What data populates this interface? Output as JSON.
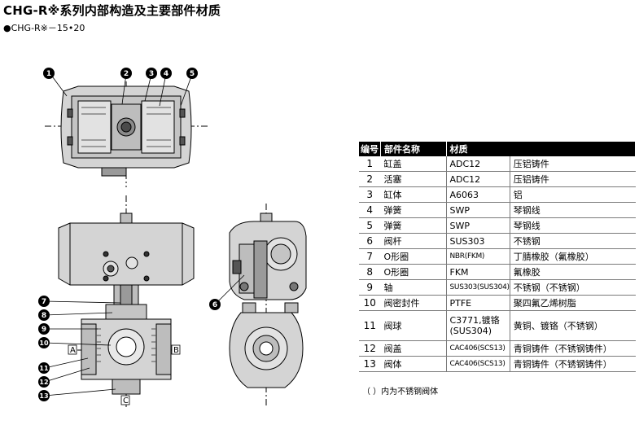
{
  "header": {
    "title": "CHG-R※系列内部构造及主要部件材质",
    "subtitle": "●CHG-R※－15•20"
  },
  "callouts": [
    "1",
    "2",
    "3",
    "4",
    "5",
    "6",
    "7",
    "8",
    "9",
    "10",
    "11",
    "12",
    "13"
  ],
  "ports": {
    "a": "A",
    "b": "B",
    "c": "C"
  },
  "table": {
    "headers": [
      "编号",
      "部件名称",
      "材质"
    ],
    "rows": [
      {
        "no": "1",
        "part": "缸盖",
        "material": "ADC12",
        "desc": "压铝铸件"
      },
      {
        "no": "2",
        "part": "活塞",
        "material": "ADC12",
        "desc": "压铝铸件"
      },
      {
        "no": "3",
        "part": "缸体",
        "material": "A6063",
        "desc": "铝"
      },
      {
        "no": "4",
        "part": "弹簧",
        "material": "SWP",
        "desc": "琴钢线"
      },
      {
        "no": "5",
        "part": "弹簧",
        "material": "SWP",
        "desc": "琴钢线"
      },
      {
        "no": "6",
        "part": "阀杆",
        "material": "SUS303",
        "desc": "不锈钢"
      },
      {
        "no": "7",
        "part": "O形圈",
        "material": "NBR(FKM)",
        "desc": "丁腈橡胶（氟橡胶）"
      },
      {
        "no": "8",
        "part": "O形圈",
        "material": "FKM",
        "desc": "氟橡胶"
      },
      {
        "no": "9",
        "part": "轴",
        "material": "SUS303(SUS304)",
        "desc": "不锈钢（不锈钢）"
      },
      {
        "no": "10",
        "part": "阀密封件",
        "material": "PTFE",
        "desc": "聚四氟乙烯树脂"
      },
      {
        "no": "11",
        "part": "阀球",
        "material": "C3771,镀铬 (SUS304)",
        "desc": "黄铜、镀铬（不锈钢）"
      },
      {
        "no": "12",
        "part": "阀盖",
        "material": "CAC406(SCS13)",
        "desc": "青铜铸件（不锈钢铸件）"
      },
      {
        "no": "13",
        "part": "阀体",
        "material": "CAC406(SCS13)",
        "desc": "青铜铸件（不锈钢铸件）"
      }
    ]
  },
  "note": "（  ）内为不锈钢阀体"
}
